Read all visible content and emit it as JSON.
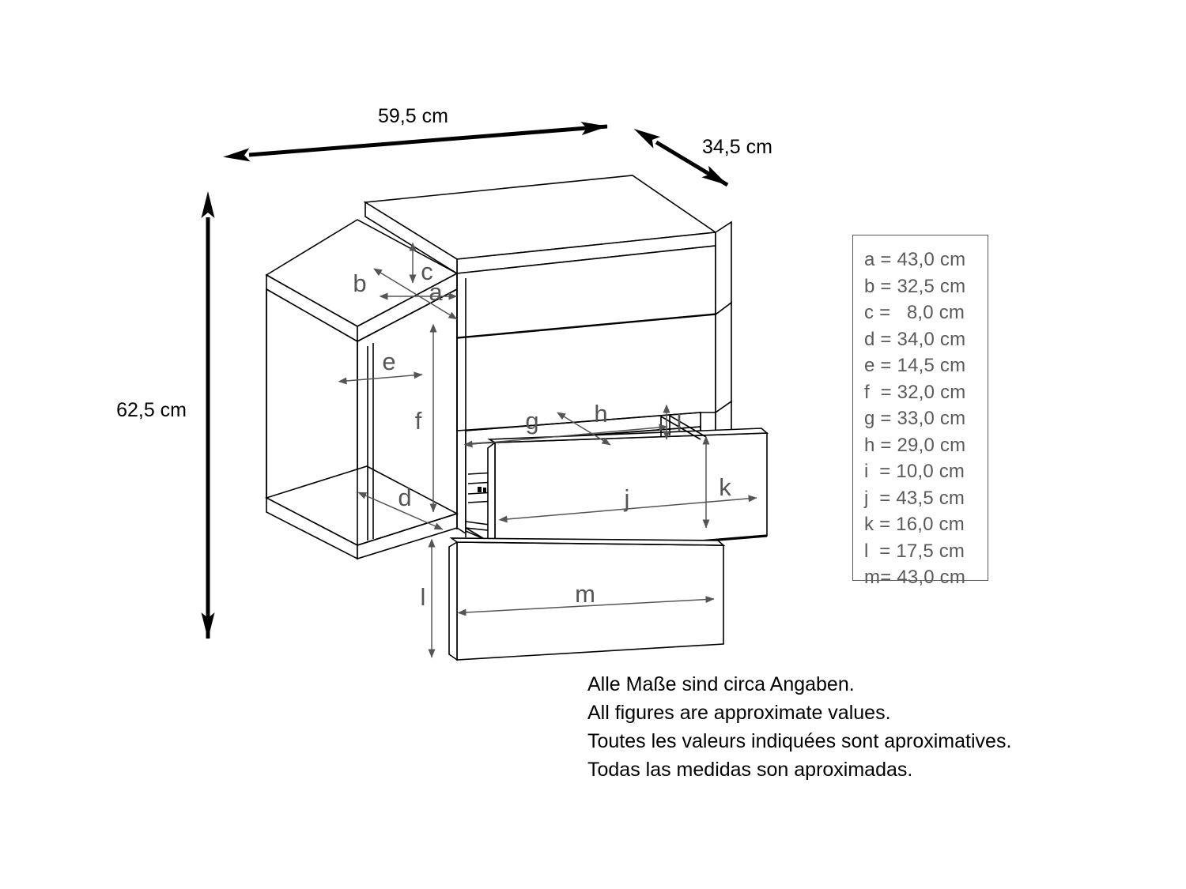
{
  "drawing": {
    "type": "furniture-dimension-drawing",
    "subject": "nightstand / bedside chest with open side shelf and pull-out drawer",
    "projection": "isometric"
  },
  "overall_dimensions": [
    {
      "key": "width",
      "name": "overall-width",
      "label": "59,5 cm",
      "value": 59.5,
      "unit": "cm",
      "orientation": "horizontal-top"
    },
    {
      "key": "depth",
      "name": "overall-depth",
      "label": "34,5 cm",
      "value": 34.5,
      "unit": "cm",
      "orientation": "diagonal-top-right"
    },
    {
      "key": "height",
      "name": "overall-height",
      "label": "62,5 cm",
      "value": 62.5,
      "unit": "cm",
      "orientation": "vertical-left"
    }
  ],
  "callouts": [
    {
      "id": "a",
      "label": "a"
    },
    {
      "id": "b",
      "label": "b"
    },
    {
      "id": "c",
      "label": "c"
    },
    {
      "id": "d",
      "label": "d"
    },
    {
      "id": "e",
      "label": "e"
    },
    {
      "id": "f",
      "label": "f"
    },
    {
      "id": "g",
      "label": "g"
    },
    {
      "id": "h",
      "label": "h"
    },
    {
      "id": "i",
      "label": "l"
    },
    {
      "id": "j",
      "label": "j"
    },
    {
      "id": "k",
      "label": "k"
    },
    {
      "id": "l",
      "label": "l"
    },
    {
      "id": "m",
      "label": "m"
    }
  ],
  "legend": {
    "name": "dimension-legend",
    "entries": [
      {
        "key": "a",
        "text": "a = 43,0 cm",
        "value": 43.0,
        "unit": "cm"
      },
      {
        "key": "b",
        "text": "b = 32,5 cm",
        "value": 32.5,
        "unit": "cm"
      },
      {
        "key": "c",
        "text": "c =   8,0 cm",
        "value": 8.0,
        "unit": "cm"
      },
      {
        "key": "d",
        "text": "d = 34,0 cm",
        "value": 34.0,
        "unit": "cm"
      },
      {
        "key": "e",
        "text": "e = 14,5 cm",
        "value": 14.5,
        "unit": "cm"
      },
      {
        "key": "f",
        "text": "f  = 32,0 cm",
        "value": 32.0,
        "unit": "cm"
      },
      {
        "key": "g",
        "text": "g = 33,0 cm",
        "value": 33.0,
        "unit": "cm"
      },
      {
        "key": "h",
        "text": "h = 29,0 cm",
        "value": 29.0,
        "unit": "cm"
      },
      {
        "key": "i",
        "text": "i  = 10,0 cm",
        "value": 10.0,
        "unit": "cm"
      },
      {
        "key": "j",
        "text": "j  = 43,5 cm",
        "value": 43.5,
        "unit": "cm"
      },
      {
        "key": "k",
        "text": "k = 16,0 cm",
        "value": 16.0,
        "unit": "cm"
      },
      {
        "key": "l",
        "text": "l  = 17,5 cm",
        "value": 17.5,
        "unit": "cm"
      },
      {
        "key": "m",
        "text": "m= 43,0 cm",
        "value": 43.0,
        "unit": "cm"
      }
    ]
  },
  "notes": {
    "name": "approximate-values-note",
    "lines": [
      "Alle Maße sind circa Angaben.",
      "All figures are approximate values.",
      "Toutes les valeurs indiquées sont aproximatives.",
      "Todas las medidas son aproximadas."
    ]
  },
  "colors": {
    "outline": "#000000",
    "dimension_minor": "#555555",
    "legend_border": "#5a5a5a",
    "legend_text": "#5a5a5a",
    "background": "#ffffff"
  }
}
